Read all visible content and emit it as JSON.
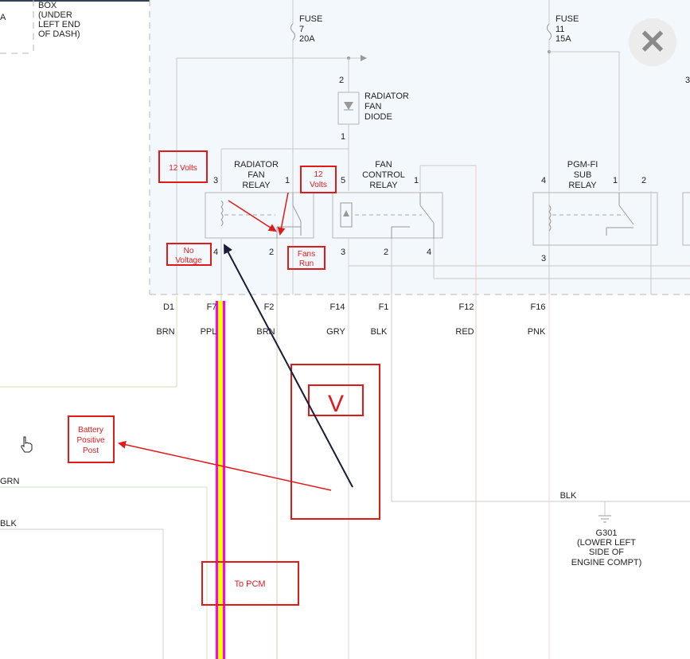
{
  "relay_box": {
    "title_lines": [
      "BOX",
      "(UNDER",
      "LEFT END",
      "OF DASH)"
    ],
    "left_fragment": "A",
    "right_fragment": "3"
  },
  "fuses": [
    {
      "lines": [
        "FUSE",
        "7",
        "20A"
      ]
    },
    {
      "lines": [
        "FUSE",
        "11",
        "15A"
      ]
    }
  ],
  "components": {
    "diode": {
      "lines": [
        "RADIATOR",
        "FAN",
        "DIODE"
      ],
      "pins": [
        "2",
        "1"
      ]
    },
    "radiator_fan_relay": {
      "lines": [
        "RADIATOR",
        "FAN",
        "RELAY"
      ],
      "pins": [
        "3",
        "1",
        "4",
        "2"
      ]
    },
    "fan_control_relay": {
      "lines": [
        "FAN",
        "CONTROL",
        "RELAY"
      ],
      "pins": [
        "5",
        "1",
        "3",
        "2",
        "4"
      ]
    },
    "pgm_fi_sub_relay": {
      "lines": [
        "PGM-FI",
        "SUB",
        "RELAY"
      ],
      "pins": [
        "4",
        "1",
        "2",
        "3"
      ]
    }
  },
  "connectors": [
    {
      "id": "D1",
      "wire": "BRN"
    },
    {
      "id": "F7",
      "wire": "PPL"
    },
    {
      "id": "F2",
      "wire": "BRN"
    },
    {
      "id": "F14",
      "wire": "GRY"
    },
    {
      "id": "F1",
      "wire": "BLK"
    },
    {
      "id": "F12",
      "wire": "RED"
    },
    {
      "id": "F16",
      "wire": "PNK"
    }
  ],
  "side_wires": [
    "GRN",
    "BLK"
  ],
  "ground": {
    "wire": "BLK",
    "lines": [
      "G301",
      "(LOWER LEFT",
      "SIDE OF",
      "ENGINE COMPT)"
    ]
  },
  "annotations": {
    "twelve_volts_left": "12 Volts",
    "twelve_volts_right": [
      "12",
      "Volts"
    ],
    "no_voltage": [
      "No",
      "Voltage"
    ],
    "fans_run": [
      "Fans",
      "Run"
    ],
    "meter_symbol": "V",
    "battery_post": [
      "Battery",
      "Positive",
      "Post"
    ],
    "to_pcm": "To PCM"
  },
  "colors": {
    "wire": "#c9c9c9",
    "box_fill": "#f3f8fc",
    "dash": "#b7b7b7",
    "annotation": "#e0191b",
    "highlight_outer": "#ff00ff",
    "highlight_inner": "#ffff00",
    "probe": "#1b1b3a"
  },
  "close": {
    "glyph": "✕"
  }
}
